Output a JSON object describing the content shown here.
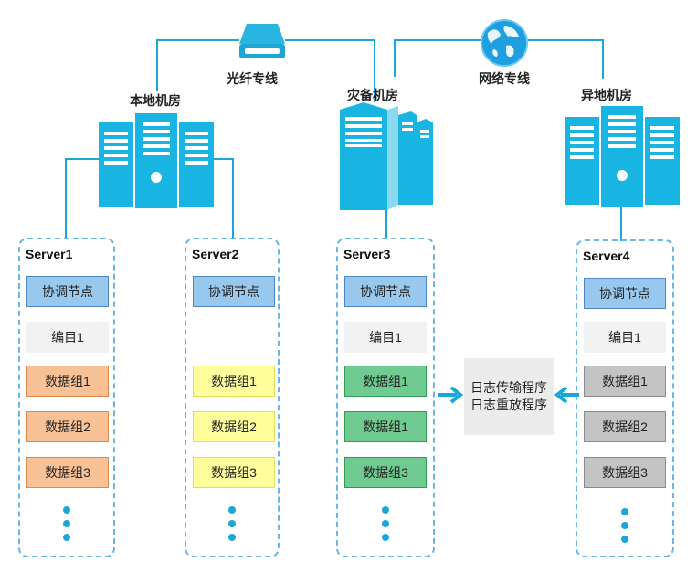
{
  "links": {
    "fiber_label": "光纤专线",
    "network_label": "网络专线"
  },
  "sites": {
    "local": "本地机房",
    "disaster": "灾备机房",
    "remote": "异地机房"
  },
  "icons": {
    "fiber": "storage-drive-icon",
    "network": "globe-icon",
    "server": "server-rack-icon",
    "arrow": "arrow-icon"
  },
  "colors": {
    "accent": "#1aa7d6",
    "panel_border": "#6ab7e6",
    "coordinator": "#99c8ee",
    "orange": "#f8c296",
    "yellow": "#ffff9c",
    "green": "#6fcb8f",
    "gray": "#c4c4c4"
  },
  "servers": [
    {
      "name": "Server1",
      "coordinator": "协调节点",
      "catalog": "编目1",
      "groups": [
        "数据组1",
        "数据组2",
        "数据组3"
      ]
    },
    {
      "name": "Server2",
      "coordinator": "协调节点",
      "groups": [
        "数据组1",
        "数据组2",
        "数据组3"
      ]
    },
    {
      "name": "Server3",
      "coordinator": "协调节点",
      "catalog": "编目1",
      "groups": [
        "数据组1",
        "数据组1",
        "数据组3"
      ]
    },
    {
      "name": "Server4",
      "coordinator": "协调节点",
      "catalog": "编目1",
      "groups": [
        "数据组1",
        "数据组2",
        "数据组3"
      ]
    }
  ],
  "log_programs": [
    "日志传输程序",
    "日志重放程序"
  ]
}
